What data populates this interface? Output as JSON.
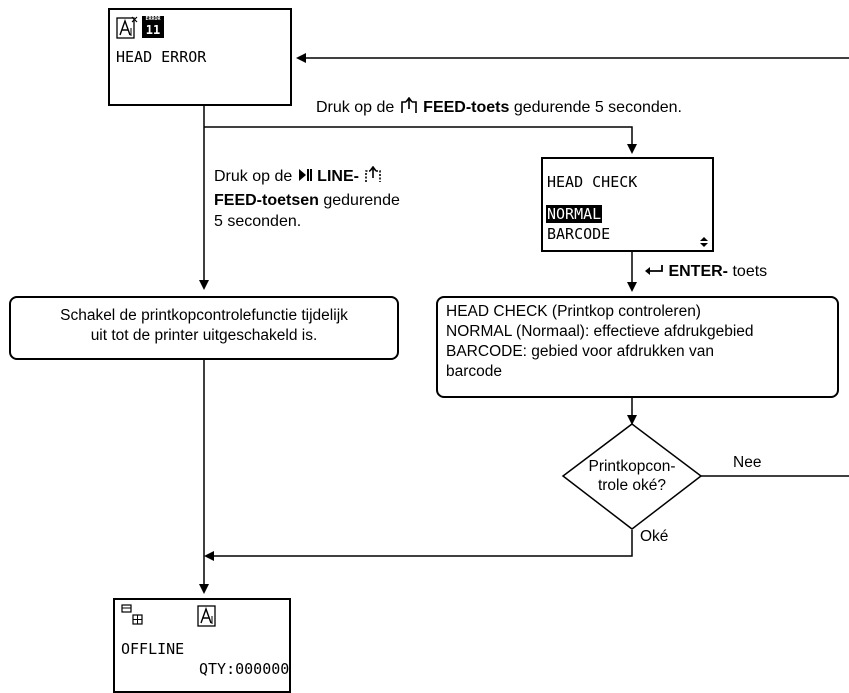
{
  "head_error_screen": {
    "badge_top": "ERROR",
    "badge_num": "11",
    "message": "HEAD ERROR"
  },
  "feed_instruction": {
    "pre": "Druk op de",
    "key": "FEED-toets",
    "post": "gedurende 5 seconden."
  },
  "line_feed_instruction": {
    "pre": "Druk op de",
    "key1": "LINE-",
    "key2": "FEED-toetsen",
    "post1": "gedurende",
    "post2": "5 seconden."
  },
  "head_check_screen": {
    "title": "HEAD CHECK",
    "option_selected": "NORMAL",
    "option_other": "BARCODE"
  },
  "enter_instruction": {
    "key": "ENTER-",
    "post": "toets"
  },
  "disable_box": {
    "line1": "Schakel de printkopcontrolefunctie tijdelijk",
    "line2": "uit tot de printer uitgeschakeld is."
  },
  "head_check_info": {
    "line1": "HEAD CHECK (Printkop controleren)",
    "line2": "NORMAL (Normaal): effectieve afdrukgebied",
    "line3": "BARCODE: gebied voor afdrukken van",
    "line4": "barcode"
  },
  "decision": {
    "line1": "Printkopcon-",
    "line2": "trole oké?",
    "no_label": "Nee",
    "ok_label": "Oké"
  },
  "offline_screen": {
    "status": "OFFLINE",
    "qty": "QTY:000000"
  }
}
